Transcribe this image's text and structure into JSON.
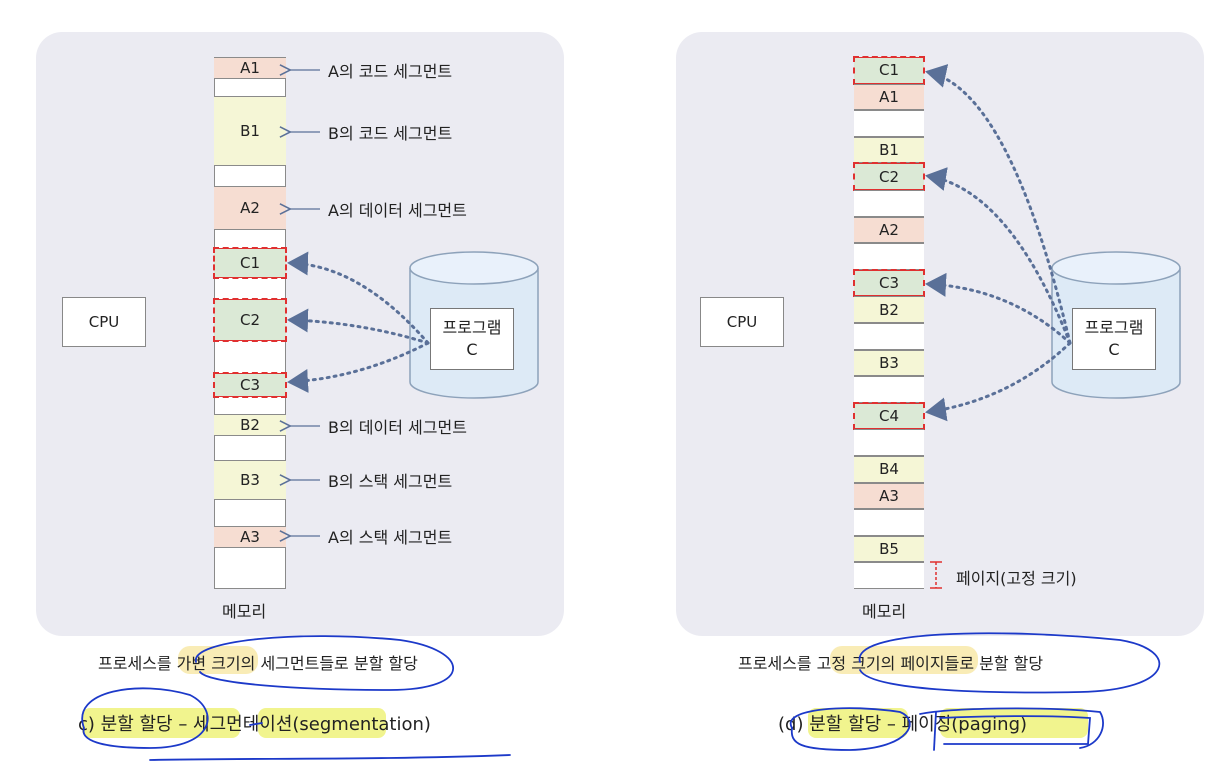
{
  "left": {
    "cpu": "CPU",
    "memory_label": "메모리",
    "segments": [
      {
        "id": "A1",
        "text": "A1",
        "kind": "a"
      },
      {
        "id": "B1",
        "text": "B1",
        "kind": "b"
      },
      {
        "id": "A2",
        "text": "A2",
        "kind": "a"
      },
      {
        "id": "C1",
        "text": "C1",
        "kind": "c"
      },
      {
        "id": "C2",
        "text": "C2",
        "kind": "c"
      },
      {
        "id": "C3",
        "text": "C3",
        "kind": "c"
      },
      {
        "id": "B2",
        "text": "B2",
        "kind": "b"
      },
      {
        "id": "B3",
        "text": "B3",
        "kind": "b"
      },
      {
        "id": "A3",
        "text": "A3",
        "kind": "a"
      }
    ],
    "annotations": [
      "A의 코드 세그먼트",
      "B의 코드 세그먼트",
      "A의 데이터 세그먼트",
      "B의 데이터 세그먼트",
      "B의 스택 세그먼트",
      "A의 스택 세그먼트"
    ],
    "program_line1": "프로그램",
    "program_line2": "C",
    "caption": "프로세스를 가변 크기의 세그먼트들로 분할 할당",
    "subtitle": "c) 분할 할당 – 세그먼테이션(segmentation)"
  },
  "right": {
    "cpu": "CPU",
    "memory_label": "메모리",
    "pages": [
      {
        "text": "C1",
        "kind": "c"
      },
      {
        "text": "A1",
        "kind": "a"
      },
      {
        "text": "",
        "kind": "e"
      },
      {
        "text": "B1",
        "kind": "b"
      },
      {
        "text": "C2",
        "kind": "c"
      },
      {
        "text": "",
        "kind": "e"
      },
      {
        "text": "A2",
        "kind": "a"
      },
      {
        "text": "",
        "kind": "e"
      },
      {
        "text": "C3",
        "kind": "c"
      },
      {
        "text": "B2",
        "kind": "b"
      },
      {
        "text": "",
        "kind": "e"
      },
      {
        "text": "B3",
        "kind": "b"
      },
      {
        "text": "",
        "kind": "e"
      },
      {
        "text": "C4",
        "kind": "c"
      },
      {
        "text": "",
        "kind": "e"
      },
      {
        "text": "B4",
        "kind": "b"
      },
      {
        "text": "A3",
        "kind": "a"
      },
      {
        "text": "",
        "kind": "e"
      },
      {
        "text": "B5",
        "kind": "b"
      },
      {
        "text": "",
        "kind": "e"
      }
    ],
    "page_note": "페이지(고정 크기)",
    "program_line1": "프로그램",
    "program_line2": "C",
    "caption": "프로세스를 고정 크기의 페이지들로 분할 할당",
    "subtitle": "(d) 분할 할당 – 페이징(paging)"
  },
  "colors": {
    "seg_a": "#f6ddd2",
    "seg_b": "#f5f6d6",
    "seg_c": "#dbe9d6",
    "dash": "#e03030",
    "arrow": "#5a7098",
    "highlight": "#f3e87a",
    "ink": "#1c39c9"
  }
}
